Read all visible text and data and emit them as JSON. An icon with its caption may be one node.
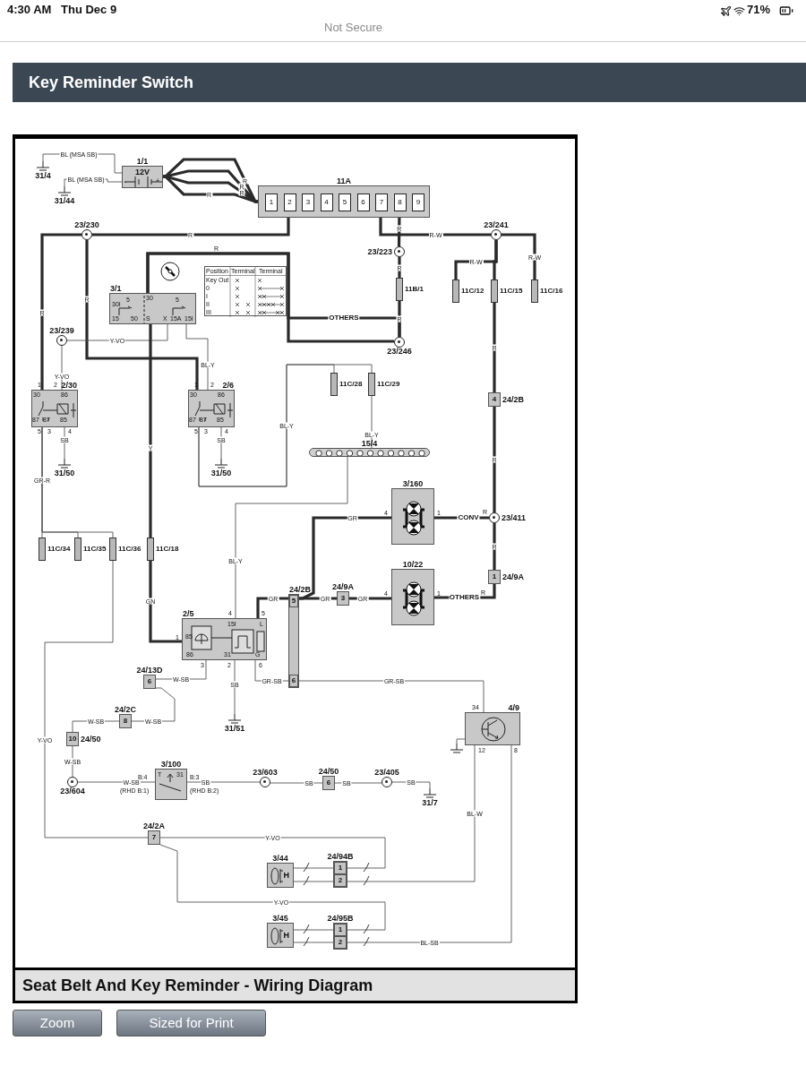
{
  "diagram": {
    "title": "Key Reminder Switch",
    "caption": "Seat Belt And Key Reminder - Wiring Diagram",
    "nodes": [
      {
        "text": [
          "31/4"
        ]
      },
      {
        "text": [
          "31/44"
        ]
      },
      {
        "text": [
          "1/1",
          "12V"
        ]
      },
      {
        "text": [
          "11A"
        ]
      },
      {
        "text": [
          "1"
        ],
        "in": 3
      },
      {
        "text": [
          "2"
        ],
        "in": 3
      },
      {
        "text": [
          "3"
        ],
        "in": 3
      },
      {
        "text": [
          "4"
        ],
        "in": 3
      },
      {
        "text": [
          "5"
        ],
        "in": 3
      },
      {
        "text": [
          "6"
        ],
        "in": 3
      },
      {
        "text": [
          "7"
        ],
        "in": 3
      },
      {
        "text": [
          "8"
        ],
        "in": 3
      },
      {
        "text": [
          "9"
        ],
        "in": 3
      },
      {
        "text": [
          "23/230"
        ]
      },
      {
        "text": [
          "23/241"
        ]
      },
      {
        "text": [
          "23/223"
        ]
      },
      {
        "text": [
          "11B/1"
        ]
      },
      {
        "text": [
          "11C/12"
        ]
      },
      {
        "text": [
          "11C/15"
        ]
      },
      {
        "text": [
          "11C/16"
        ]
      },
      {
        "text": [
          "3/1"
        ]
      },
      {
        "text": [
          "Position",
          "Terminal",
          "Terminal",
          "Key Out",
          "0",
          "I",
          "II",
          "III"
        ]
      },
      {
        "text": [
          "23/246"
        ]
      },
      {
        "text": [
          "23/239"
        ]
      },
      {
        "text": [
          "2/30"
        ]
      },
      {
        "text": [
          "2/6"
        ]
      },
      {
        "text": [
          "31/50"
        ]
      },
      {
        "text": [
          "31/50"
        ]
      },
      {
        "text": [
          "11C/28"
        ]
      },
      {
        "text": [
          "11C/29"
        ]
      },
      {
        "text": [
          "15/4"
        ]
      },
      {
        "text": [
          "3/160"
        ]
      },
      {
        "text": [
          "23/411"
        ]
      },
      {
        "text": [
          "4"
        ],
        "beside": [
          "24/2B"
        ]
      },
      {
        "text": [
          "1"
        ],
        "beside": [
          "24/9A"
        ]
      },
      {
        "text": [
          "10/22"
        ]
      },
      {
        "text": [
          "11C/34"
        ]
      },
      {
        "text": [
          "11C/35"
        ]
      },
      {
        "text": [
          "11C/36"
        ]
      },
      {
        "text": [
          "11C/18"
        ]
      },
      {
        "text": [
          "5",
          "6"
        ],
        "beside": [
          "24/2B"
        ]
      },
      {
        "text": [
          "3"
        ],
        "beside": [
          "24/9A"
        ]
      },
      {
        "text": [
          "2/5"
        ]
      },
      {
        "text": [
          "6"
        ],
        "beside": [
          "24/13D"
        ]
      },
      {
        "text": [
          "31/51"
        ]
      },
      {
        "text": [
          "4/9"
        ]
      },
      {
        "text": [
          "8"
        ],
        "beside": [
          "24/2C"
        ]
      },
      {
        "text": [
          "10"
        ],
        "beside": [
          "24/50"
        ]
      },
      {
        "text": [
          "23/604"
        ]
      },
      {
        "text": [
          "3/100"
        ]
      },
      {
        "text": [
          "23/603"
        ]
      },
      {
        "text": [
          "6"
        ],
        "beside": [
          "24/50"
        ]
      },
      {
        "text": [
          "23/405"
        ]
      },
      {
        "text": [
          "31/7"
        ]
      },
      {
        "text": [
          "7"
        ],
        "beside": [
          "24/2A"
        ]
      },
      {
        "text": [
          "3/44",
          "H"
        ]
      },
      {
        "text": [
          "1",
          "2"
        ],
        "beside": [
          "24/94B"
        ]
      },
      {
        "text": [
          "3/45",
          "H"
        ]
      },
      {
        "text": [
          "1",
          "2"
        ],
        "beside": [
          "24/95B"
        ]
      },
      {
        "text": [],
        "shape": "ground"
      }
    ],
    "edges": [
      {
        "from": 0,
        "to": 2,
        "arrow": "none",
        "label": "BL (MSA SB)"
      },
      {
        "from": 1,
        "to": 2,
        "arrow": "none",
        "label": "BL (MSA SB)"
      },
      {
        "from": 2,
        "to": 3,
        "arrow": "none",
        "label": "R",
        "style": "thick"
      },
      {
        "from": 2,
        "to": 3,
        "arrow": "none",
        "label": "R",
        "style": "thick"
      },
      {
        "from": 2,
        "to": 3,
        "arrow": "none",
        "label": "R",
        "style": "thick"
      },
      {
        "from": 2,
        "to": 3,
        "arrow": "none",
        "label": "R",
        "style": "thick"
      },
      {
        "from": 5,
        "to": 13,
        "arrow": "none",
        "label": "R",
        "style": "thick"
      },
      {
        "from": 13,
        "to": 24,
        "arrow": "none",
        "label": "R",
        "style": "thick"
      },
      {
        "from": 13,
        "to": 25,
        "arrow": "none",
        "label": "R",
        "style": "thick"
      },
      {
        "from": 20,
        "to": 22,
        "arrow": "none",
        "label": "OTHERS",
        "style": "thick"
      },
      {
        "from": 20,
        "to": 22,
        "arrow": "none",
        "style": "thick"
      },
      {
        "from": 10,
        "to": 14,
        "arrow": "none",
        "label": "R-W",
        "style": "thick"
      },
      {
        "from": 11,
        "to": 15,
        "arrow": "none",
        "label": "R",
        "style": "thick"
      },
      {
        "from": 15,
        "to": 16,
        "arrow": "none",
        "label": "R",
        "style": "thick"
      },
      {
        "from": 16,
        "to": 22,
        "arrow": "none",
        "label": "R",
        "style": "thick"
      },
      {
        "from": 14,
        "to": 17,
        "arrow": "none",
        "label": "R-W",
        "style": "thick"
      },
      {
        "from": 14,
        "to": 18,
        "arrow": "none",
        "style": "thick"
      },
      {
        "from": 14,
        "to": 19,
        "arrow": "none",
        "label": "R-W",
        "style": "thick"
      },
      {
        "from": 18,
        "to": 33,
        "arrow": "none",
        "label": "R",
        "style": "thick"
      },
      {
        "from": 33,
        "to": 32,
        "arrow": "none",
        "label": "R",
        "style": "thick"
      },
      {
        "from": 32,
        "to": 31,
        "arrow": "none",
        "label": "CONV",
        "style": "thick"
      },
      {
        "from": 32,
        "to": 34,
        "arrow": "none",
        "label": "R",
        "style": "thick"
      },
      {
        "from": 34,
        "to": 35,
        "arrow": "none",
        "label": "OTHERS",
        "style": "thick"
      },
      {
        "from": 31,
        "to": 40,
        "arrow": "none",
        "label": "GR",
        "style": "thick"
      },
      {
        "from": 35,
        "to": 41,
        "arrow": "none",
        "label": "GR",
        "style": "thick"
      },
      {
        "from": 41,
        "to": 40,
        "arrow": "none",
        "label": "GR",
        "style": "thick"
      },
      {
        "from": 40,
        "to": 42,
        "arrow": "none",
        "label": "GR",
        "style": "thick"
      },
      {
        "from": 40,
        "to": 45,
        "arrow": "none",
        "label": "GR-SB"
      },
      {
        "from": 42,
        "to": 40,
        "arrow": "none",
        "label": "GR-SB"
      },
      {
        "from": 20,
        "to": 23,
        "arrow": "none",
        "label": "Y-VO"
      },
      {
        "from": 23,
        "to": 24,
        "arrow": "none",
        "label": "Y-VO"
      },
      {
        "from": 20,
        "to": 25,
        "arrow": "none",
        "label": "BL-Y"
      },
      {
        "from": 20,
        "to": 39,
        "arrow": "none",
        "label": "Y",
        "style": "thick"
      },
      {
        "from": 39,
        "to": 42,
        "arrow": "none",
        "label": "GN",
        "style": "thick"
      },
      {
        "from": 24,
        "to": 26,
        "arrow": "none",
        "label": "SB"
      },
      {
        "from": 25,
        "to": 27,
        "arrow": "none",
        "label": "SB"
      },
      {
        "from": 24,
        "to": 36,
        "arrow": "none",
        "label": "GR-R"
      },
      {
        "from": 24,
        "to": 37,
        "arrow": "none"
      },
      {
        "from": 24,
        "to": 38,
        "arrow": "none"
      },
      {
        "from": 25,
        "to": 28,
        "arrow": "none",
        "label": "BL-Y"
      },
      {
        "from": 25,
        "to": 29,
        "arrow": "none"
      },
      {
        "from": 29,
        "to": 30,
        "arrow": "none",
        "label": "BL-Y"
      },
      {
        "from": 30,
        "to": 42,
        "arrow": "none",
        "label": "BL-Y"
      },
      {
        "from": 42,
        "to": 43,
        "arrow": "none",
        "label": "W-SB"
      },
      {
        "from": 43,
        "to": 46,
        "arrow": "none",
        "label": "W-SB"
      },
      {
        "from": 46,
        "to": 47,
        "arrow": "none",
        "label": "W-SB"
      },
      {
        "from": 47,
        "to": 48,
        "arrow": "none",
        "label": "W-SB"
      },
      {
        "from": 48,
        "to": 49,
        "arrow": "none",
        "label": "W-SB"
      },
      {
        "from": 49,
        "to": 50,
        "arrow": "none",
        "label": "SB"
      },
      {
        "from": 50,
        "to": 51,
        "arrow": "none",
        "label": "SB"
      },
      {
        "from": 51,
        "to": 52,
        "arrow": "none",
        "label": "SB"
      },
      {
        "from": 52,
        "to": 53,
        "arrow": "none",
        "label": "SB"
      },
      {
        "from": 42,
        "to": 44,
        "arrow": "none",
        "label": "SB"
      },
      {
        "from": 45,
        "to": 59,
        "arrow": "none"
      },
      {
        "from": 38,
        "to": 54,
        "arrow": "none",
        "label": "Y-VO"
      },
      {
        "from": 54,
        "to": 56,
        "arrow": "none",
        "label": "Y-VO"
      },
      {
        "from": 54,
        "to": 58,
        "arrow": "none",
        "label": "Y-VO"
      },
      {
        "from": 55,
        "to": 56,
        "arrow": "none"
      },
      {
        "from": 55,
        "to": 56,
        "arrow": "none"
      },
      {
        "from": 57,
        "to": 58,
        "arrow": "none"
      },
      {
        "from": 57,
        "to": 58,
        "arrow": "none"
      },
      {
        "from": 56,
        "to": 45,
        "arrow": "none",
        "label": "BL-W"
      },
      {
        "from": 58,
        "to": 45,
        "arrow": "none",
        "label": "BL-SB"
      }
    ],
    "labels": [
      "4:30 AM",
      "Thu Dec 9",
      "71%",
      "Not Secure",
      "-",
      "+",
      "R",
      "30I",
      "5",
      "30",
      "5",
      "15",
      "50",
      "S",
      "X",
      "15A",
      "15I",
      "1",
      "2",
      "30",
      "86",
      "87",
      "87",
      "85",
      "5",
      "3",
      "4",
      "1",
      "2",
      "30",
      "86",
      "87",
      "87",
      "85",
      "5",
      "3",
      "4",
      "4",
      "1",
      "R",
      "4",
      "1",
      "R",
      "1",
      "85",
      "4",
      "5",
      "15I",
      "L",
      "86",
      "31",
      "G",
      "3",
      "2",
      "6",
      "34",
      "12",
      "8",
      "B:4",
      "T",
      "31",
      "B:3",
      "(RHD B:1)",
      "(RHD B:2)",
      "Zoom",
      "Sized for Print"
    ]
  }
}
